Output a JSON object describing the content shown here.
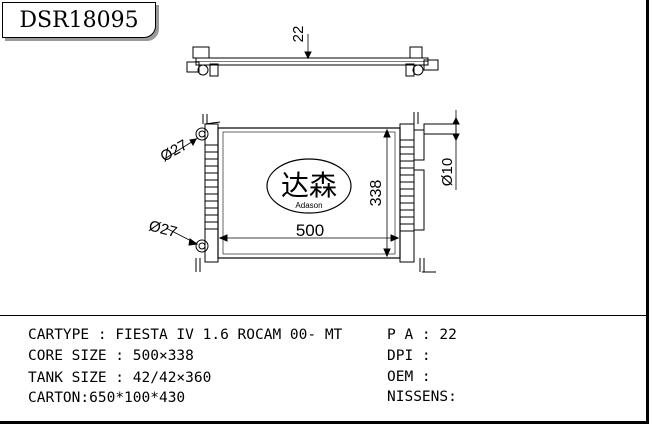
{
  "title": "DSR18095",
  "logo": {
    "chinese": "达森",
    "latin": "Adason"
  },
  "dimensions": {
    "top_offset": "22",
    "width": "500",
    "height": "338",
    "inlet_upper": "Ø27",
    "inlet_lower": "Ø27",
    "outlet": "Ø10"
  },
  "specs_left": [
    {
      "label": "CARTYPE",
      "sep": " : ",
      "value": "FIESTA IV 1.6 ROCAM 00- MT"
    },
    {
      "label": "CORE SIZE",
      "sep": " : ",
      "value": "500×338"
    },
    {
      "label": "TANK SIZE",
      "sep": " : ",
      "value": "42/42×360"
    },
    {
      "label": "CARTON",
      "sep": ":",
      "value": "650*100*430"
    }
  ],
  "specs_right": [
    {
      "label": "P A",
      "sep": " : ",
      "value": "22"
    },
    {
      "label": "DPI",
      "sep": " : ",
      "value": ""
    },
    {
      "label": "OEM",
      "sep": " : ",
      "value": ""
    },
    {
      "label": "NISSENS",
      "sep": ":",
      "value": ""
    }
  ]
}
